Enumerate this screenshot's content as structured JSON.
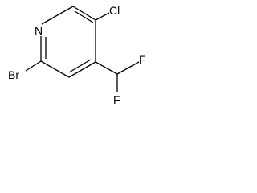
{
  "molecule": {
    "atoms": {
      "nitrogen": "N",
      "chlorine": "Cl",
      "bromine": "Br",
      "fluorine_top": "F",
      "fluorine_bottom": "F"
    }
  },
  "colors": {
    "bond": "#000000",
    "label": "#000000",
    "background": "#ffffff"
  }
}
